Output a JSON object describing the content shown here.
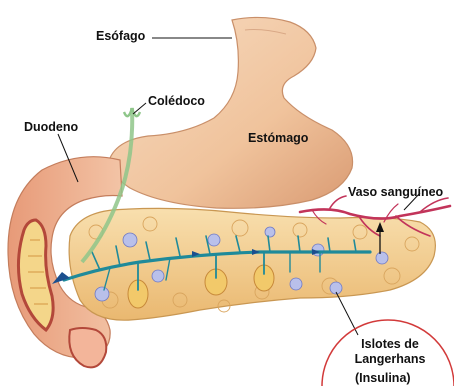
{
  "labels": {
    "esofago": "Esófago",
    "coledoco": "Colédoco",
    "duodeno": "Duodeno",
    "estomago": "Estómago",
    "vaso": "Vaso sanguíneo",
    "islotes": "Islotes de Langerhans",
    "insulina": "(Insulina)"
  },
  "colors": {
    "stomach": "#f1c9a6",
    "duodenum": "#f0b89a",
    "pancreas": "#f4d49a",
    "islet": "#9aa5d8",
    "duct": "#1f8a9a",
    "vessel": "#c2345a"
  }
}
